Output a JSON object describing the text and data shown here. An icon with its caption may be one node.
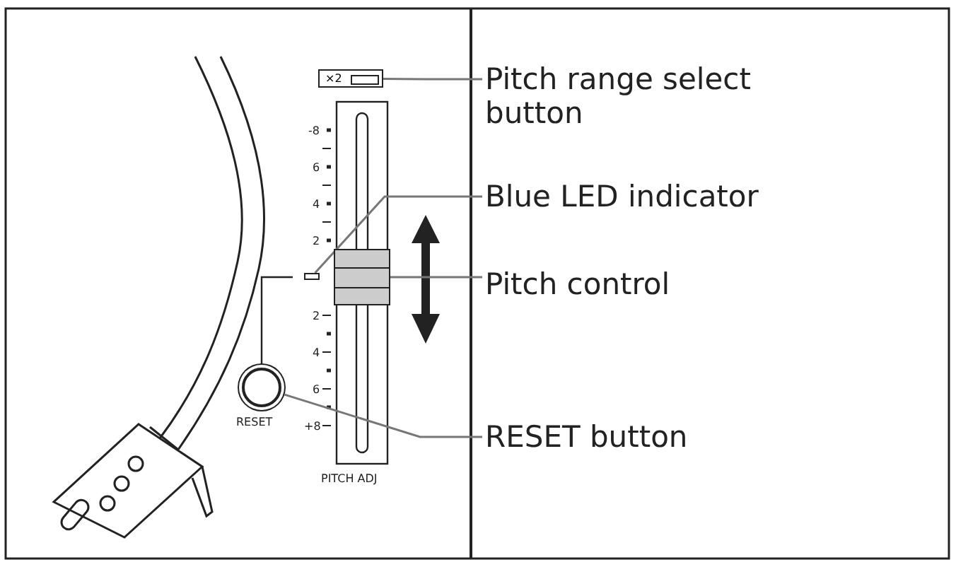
{
  "diagram": {
    "nodes": [
      {
        "text": [
          "×2"
        ]
      },
      {
        "text": [
          "Pitch range select button"
        ]
      },
      {
        "text": [],
        "shape": "box"
      },
      {
        "text": [
          "Blue LED indicator"
        ]
      },
      {
        "text": [],
        "shape": "box"
      },
      {
        "text": [
          "Pitch control"
        ]
      },
      {
        "text": [],
        "shape": "circle",
        "beside": [
          "RESET"
        ]
      },
      {
        "text": [
          "RESET button"
        ]
      }
    ],
    "edges": [
      {
        "from": 1,
        "to": 0,
        "arrow": "none"
      },
      {
        "from": 3,
        "to": 2,
        "arrow": "none"
      },
      {
        "from": 5,
        "to": 4,
        "arrow": "none"
      },
      {
        "from": 7,
        "to": 6,
        "arrow": "none"
      }
    ],
    "labels": [
      "-8",
      "6",
      "4",
      "2",
      "2",
      "4",
      "6",
      "+8",
      "PITCH ADJ"
    ]
  }
}
